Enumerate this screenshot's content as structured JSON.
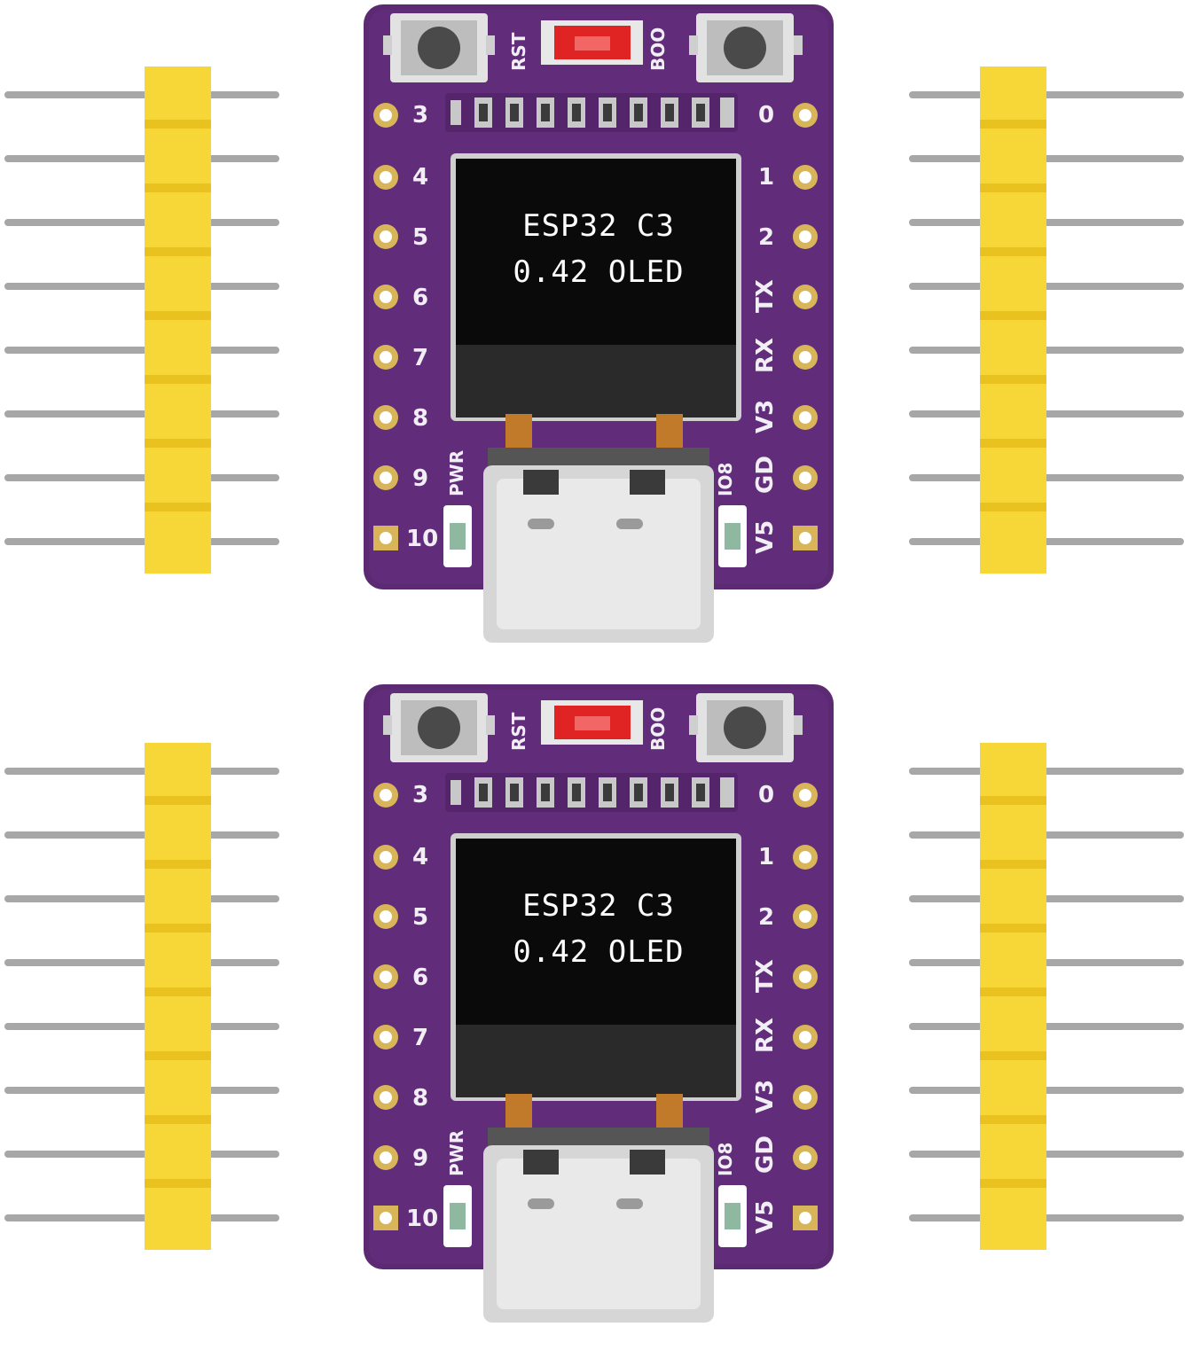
{
  "boards": [
    {
      "oled_line1": "ESP32 C3",
      "oled_line2": "0.42 OLED",
      "rst": "RST",
      "boo": "BOO",
      "pwr": "PWR",
      "left_pins": [
        "3",
        "4",
        "5",
        "6",
        "7",
        "8",
        "9",
        "10"
      ],
      "right_pins": [
        "0",
        "1",
        "2",
        "TX",
        "RX",
        "V3",
        "GD",
        "V5"
      ],
      "io8": "IO8"
    },
    {
      "oled_line1": "ESP32 C3",
      "oled_line2": "0.42 OLED",
      "rst": "RST",
      "boo": "BOO",
      "pwr": "PWR",
      "left_pins": [
        "3",
        "4",
        "5",
        "6",
        "7",
        "8",
        "9",
        "10"
      ],
      "right_pins": [
        "0",
        "1",
        "2",
        "TX",
        "RX",
        "V3",
        "GD",
        "V5"
      ],
      "io8": "IO8"
    }
  ],
  "colors": {
    "pcb": "#5b2a73",
    "header_plastic": "#f7d637",
    "pin": "#a9a9a9",
    "oled": "#0a0a0a",
    "switch": "#e02424"
  }
}
